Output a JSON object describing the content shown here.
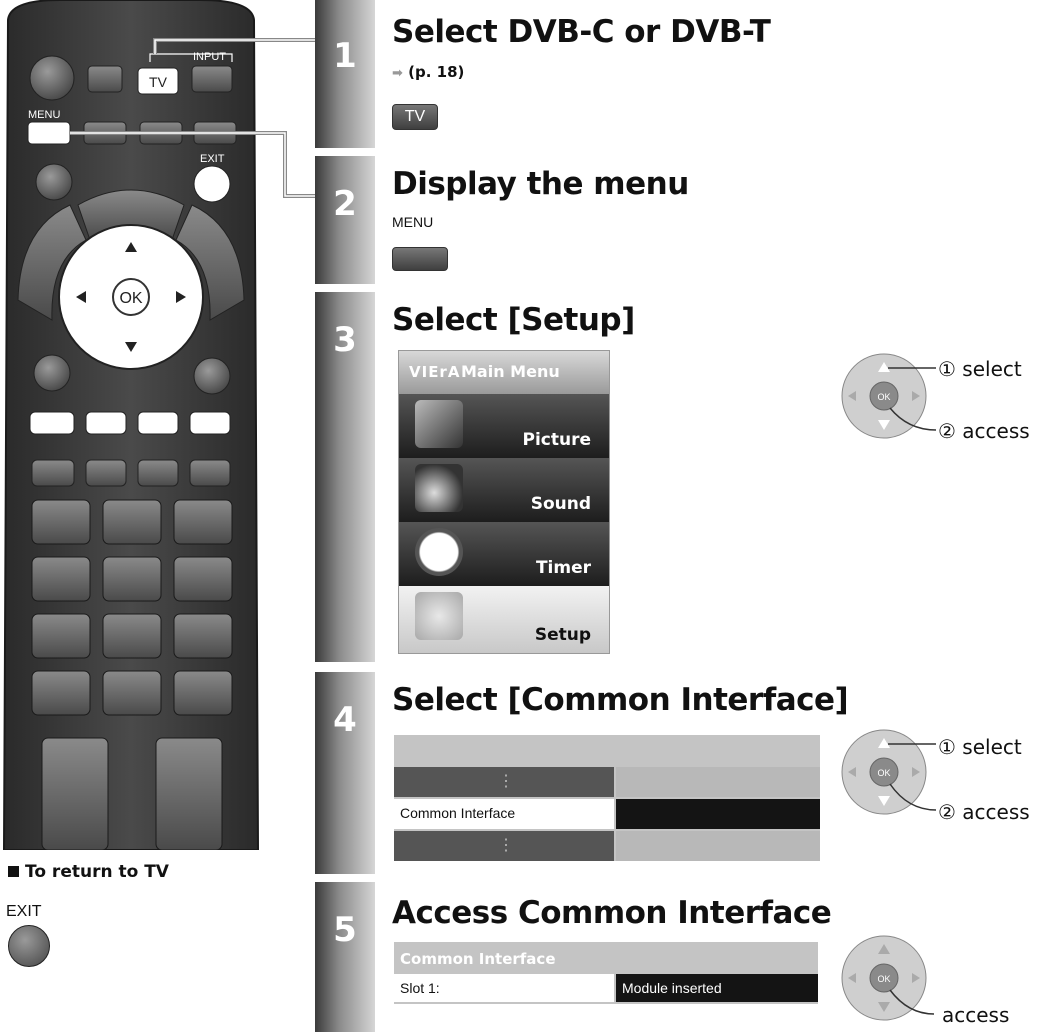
{
  "remote": {
    "input_label": "INPUT",
    "tv_label": "TV",
    "menu_label": "MENU",
    "exit_label": "EXIT",
    "ok_label": "OK"
  },
  "return_section": {
    "heading": "To return to TV",
    "exit_label": "EXIT"
  },
  "steps": [
    {
      "number": "1",
      "title": "Select DVB-C or DVB-T",
      "ref": "(p. 18)",
      "key_label": "TV"
    },
    {
      "number": "2",
      "title": "Display the menu",
      "key_label": "MENU"
    },
    {
      "number": "3",
      "title": "Select [Setup]"
    },
    {
      "number": "4",
      "title": "Select [Common Interface]"
    },
    {
      "number": "5",
      "title": "Access Common Interface"
    }
  ],
  "viera_menu": {
    "logo": "VIErA",
    "title": "Main Menu",
    "items": [
      "Picture",
      "Sound",
      "Timer",
      "Setup"
    ],
    "selected": "Setup"
  },
  "setup_list": {
    "dots": [
      "⋮",
      "⋮"
    ],
    "selected_item": "Common Interface"
  },
  "ci_panel": {
    "title": "Common Interface",
    "slot_label": "Slot 1:",
    "slot_value": "Module inserted"
  },
  "dial_annotations": {
    "select": "① select",
    "access_numbered": "② access",
    "access": "access",
    "ok": "OK"
  },
  "colors": {
    "remote_body": "#3a3a3a",
    "key_white": "#ffffff",
    "highlight_black": "#141414"
  }
}
